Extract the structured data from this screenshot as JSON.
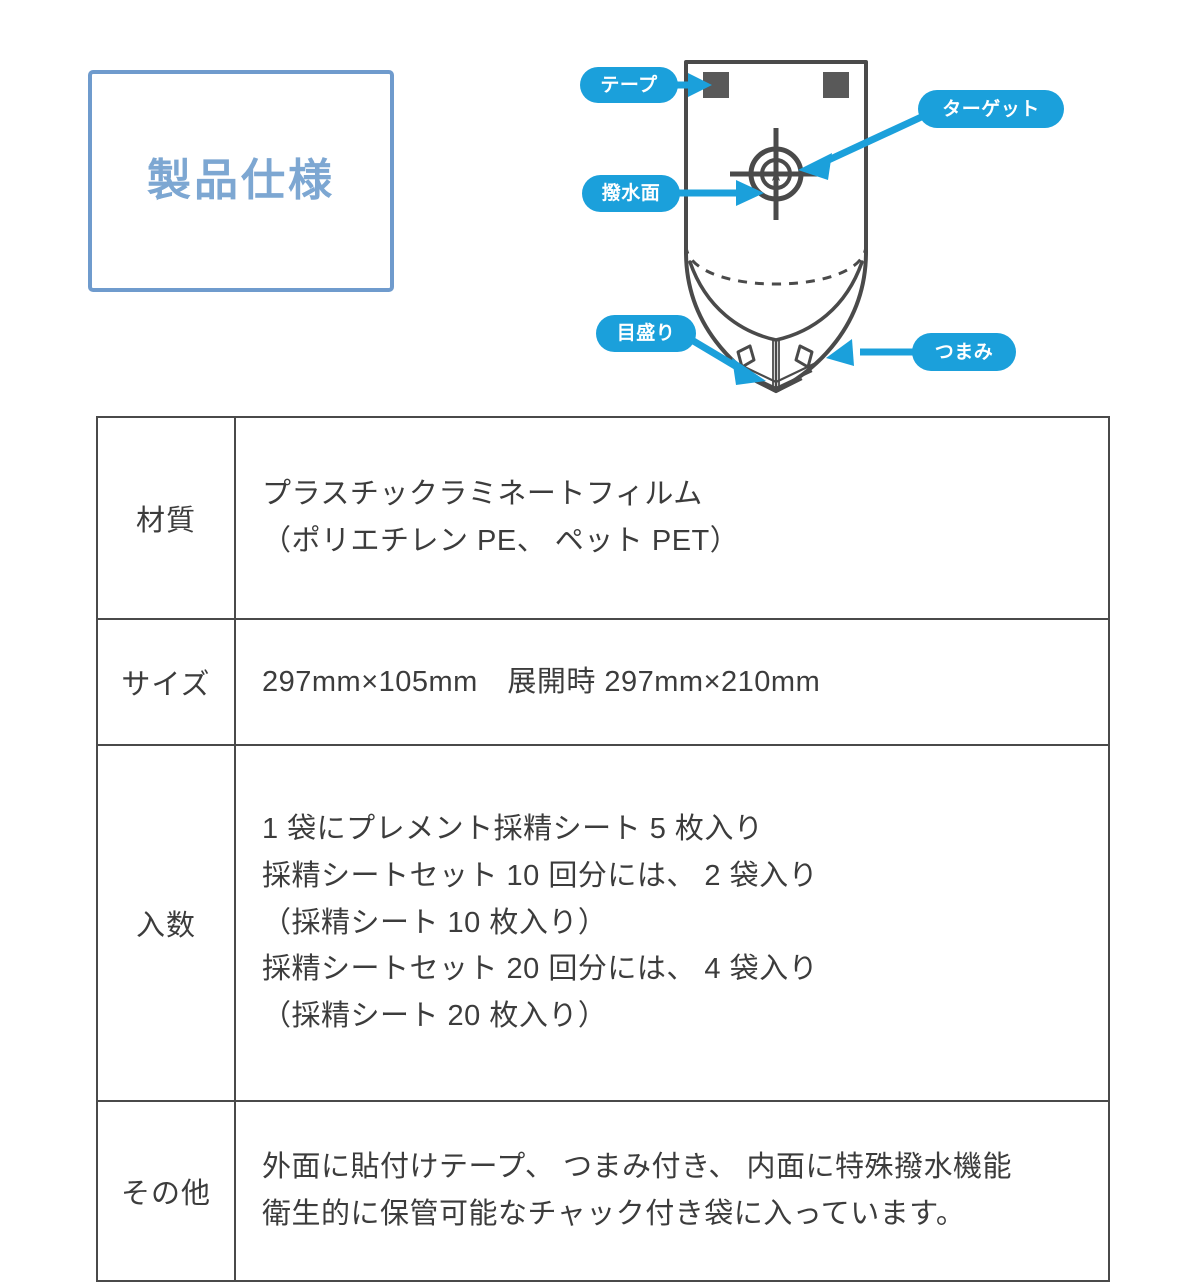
{
  "title_box": {
    "heading": "製品仕様",
    "border_color": "#6f9bcd",
    "text_color": "#7da7d2"
  },
  "diagram": {
    "name": "採精シート図解",
    "accent_color": "#1BA0DB",
    "outline_color": "#4a4a4a",
    "labels": [
      {
        "id": "tape",
        "text": "テープ"
      },
      {
        "id": "target",
        "text": "ターゲット"
      },
      {
        "id": "repellent",
        "text": "撥水面"
      },
      {
        "id": "knob",
        "text": "つまみ"
      },
      {
        "id": "scale",
        "text": "目盛り"
      }
    ]
  },
  "spec_table": {
    "rows": [
      {
        "label": "材質",
        "lines": [
          "プラスチックラミネートフィルム",
          "（ポリエチレン PE、 ペット PET）"
        ]
      },
      {
        "label": "サイズ",
        "lines": [
          "297mm×105mm　展開時 297mm×210mm"
        ]
      },
      {
        "label": "入数",
        "lines": [
          "1 袋にプレメント採精シート 5 枚入り",
          "採精シートセット 10 回分には、 2 袋入り",
          "（採精シート 10 枚入り）",
          "採精シートセット 20 回分には、 4 袋入り",
          "（採精シート 20 枚入り）"
        ]
      },
      {
        "label": "その他",
        "lines": [
          "外面に貼付けテープ、 つまみ付き、 内面に特殊撥水機能",
          "衛生的に保管可能なチャック付き袋に入っています。"
        ]
      }
    ]
  }
}
